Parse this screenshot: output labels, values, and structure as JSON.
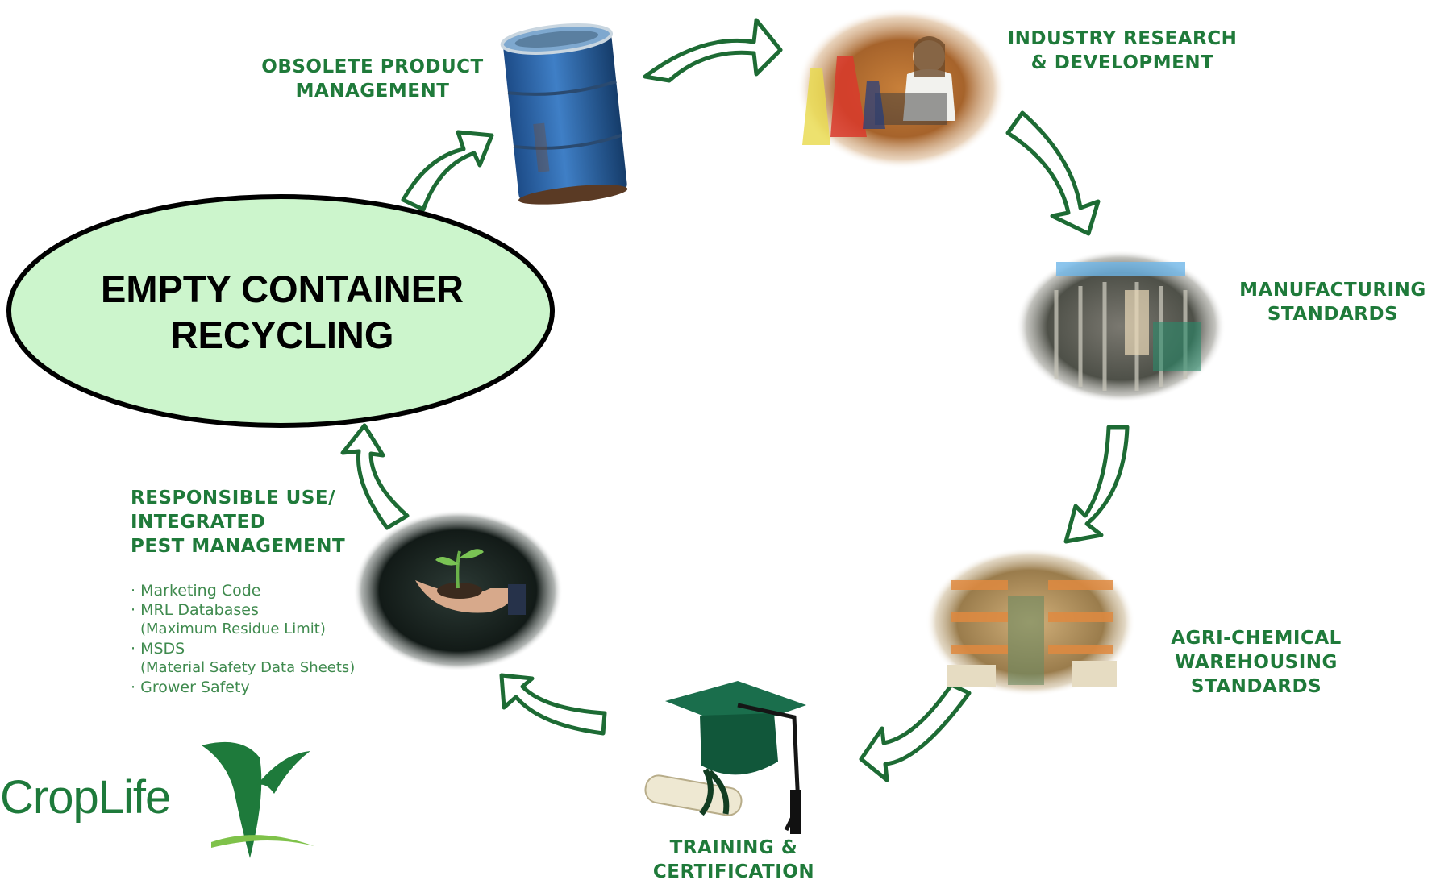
{
  "hub": {
    "line1": "EMPTY CONTAINER",
    "line2": "RECYCLING"
  },
  "nodes": {
    "obsolete": {
      "line1": "OBSOLETE PRODUCT",
      "line2": "MANAGEMENT"
    },
    "research": {
      "line1": "INDUSTRY RESEARCH",
      "line2": "& DEVELOPMENT"
    },
    "manufacturing": {
      "line1": "MANUFACTURING",
      "line2": "STANDARDS"
    },
    "warehousing": {
      "line1": "AGRI-CHEMICAL",
      "line2": "WAREHOUSING",
      "line3": "STANDARDS"
    },
    "training": {
      "line1": "TRAINING &",
      "line2": "CERTIFICATION"
    },
    "responsible": {
      "line1": "RESPONSIBLE USE/",
      "line2": "INTEGRATED",
      "line3": "PEST MANAGEMENT",
      "bullets": [
        "Marketing Code",
        "MRL Databases",
        "(Maximum Residue Limit)",
        "MSDS",
        "(Material Safety Data Sheets)",
        "Grower Safety"
      ]
    }
  },
  "logo": {
    "text": "CropLife"
  },
  "colors": {
    "green": "#1f7a3a",
    "hub_fill": "#ccf5cc",
    "arrow_stroke": "#1d6b34"
  },
  "icons": [
    "barrel-image",
    "laboratory-image",
    "factory-image",
    "warehouse-image",
    "graduation-cap-image",
    "seedling-hand-image",
    "croplife-leaf-logo"
  ]
}
